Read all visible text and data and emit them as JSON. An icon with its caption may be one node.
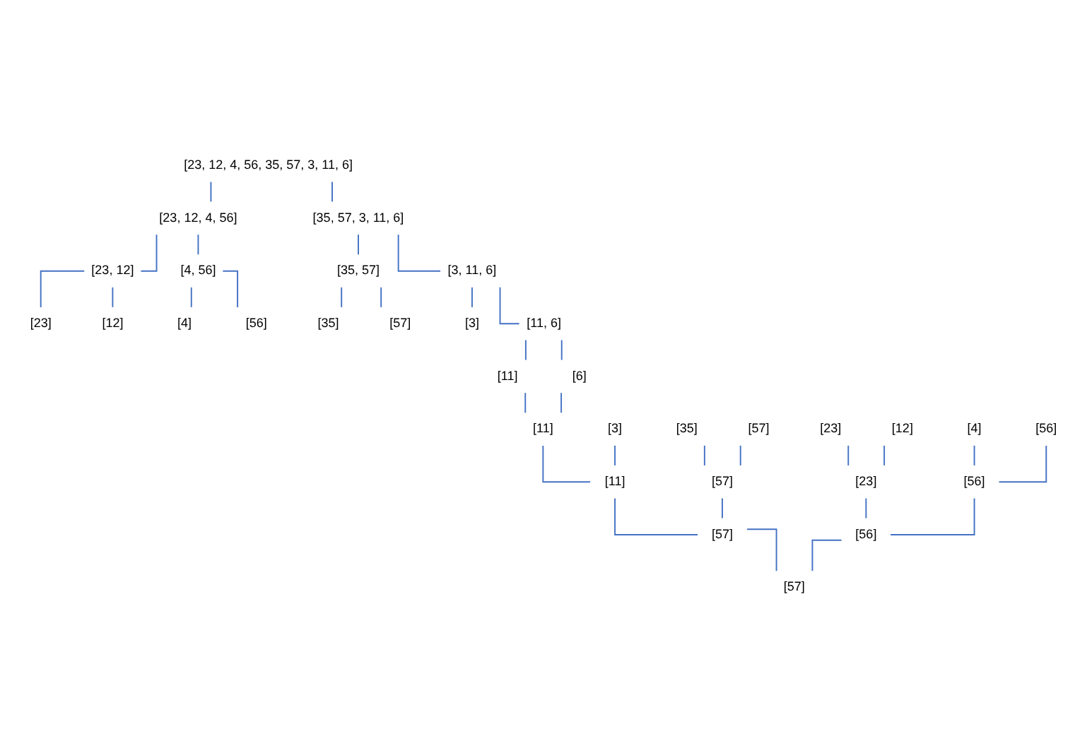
{
  "diagram": {
    "nodes": [
      {
        "text": [
          "[23, 12, 4, 56, 35, 57, 3, 11, 6]"
        ]
      },
      {
        "text": [
          "[23, 12, 4, 56]"
        ]
      },
      {
        "text": [
          "[35, 57, 3, 11, 6]"
        ]
      },
      {
        "text": [
          "[23, 12]"
        ]
      },
      {
        "text": [
          "[4, 56]"
        ]
      },
      {
        "text": [
          "[35, 57]"
        ]
      },
      {
        "text": [
          "[3, 11, 6]"
        ]
      },
      {
        "text": [
          "[23]"
        ]
      },
      {
        "text": [
          "[12]"
        ]
      },
      {
        "text": [
          "[4]"
        ]
      },
      {
        "text": [
          "[56]"
        ]
      },
      {
        "text": [
          "[35]"
        ]
      },
      {
        "text": [
          "[57]"
        ]
      },
      {
        "text": [
          "[3]"
        ]
      },
      {
        "text": [
          "[11, 6]"
        ]
      },
      {
        "text": [
          "[11]"
        ]
      },
      {
        "text": [
          "[6]"
        ]
      },
      {
        "text": [
          "[23]"
        ]
      },
      {
        "text": [
          "[12]"
        ]
      },
      {
        "text": [
          "[4]"
        ]
      },
      {
        "text": [
          "[56]"
        ]
      },
      {
        "text": [
          "[35]"
        ]
      },
      {
        "text": [
          "[57]"
        ]
      },
      {
        "text": [
          "[3]"
        ]
      },
      {
        "text": [
          "[11]"
        ]
      },
      {
        "text": [
          "[23]"
        ]
      },
      {
        "text": [
          "[56]"
        ]
      },
      {
        "text": [
          "[57]"
        ]
      },
      {
        "text": [
          "[11]"
        ]
      },
      {
        "text": [
          "[56]"
        ]
      },
      {
        "text": [
          "[57]"
        ]
      },
      {
        "text": [
          "[57]"
        ]
      }
    ],
    "edges": [
      {
        "from": 0,
        "to": 1,
        "arrow": "none"
      },
      {
        "from": 0,
        "to": 2,
        "arrow": "none"
      },
      {
        "from": 1,
        "to": 3,
        "arrow": "none"
      },
      {
        "from": 1,
        "to": 4,
        "arrow": "none"
      },
      {
        "from": 2,
        "to": 5,
        "arrow": "none"
      },
      {
        "from": 2,
        "to": 6,
        "arrow": "none"
      },
      {
        "from": 3,
        "to": 7,
        "arrow": "none"
      },
      {
        "from": 3,
        "to": 8,
        "arrow": "none"
      },
      {
        "from": 4,
        "to": 9,
        "arrow": "none"
      },
      {
        "from": 4,
        "to": 10,
        "arrow": "none"
      },
      {
        "from": 5,
        "to": 11,
        "arrow": "none"
      },
      {
        "from": 5,
        "to": 12,
        "arrow": "none"
      },
      {
        "from": 6,
        "to": 13,
        "arrow": "none"
      },
      {
        "from": 6,
        "to": 14,
        "arrow": "none"
      },
      {
        "from": 14,
        "to": 15,
        "arrow": "none"
      },
      {
        "from": 14,
        "to": 16,
        "arrow": "none"
      },
      {
        "from": 15,
        "to": 24,
        "arrow": "none"
      },
      {
        "from": 16,
        "to": 24,
        "arrow": "none"
      },
      {
        "from": 17,
        "to": 25,
        "arrow": "none"
      },
      {
        "from": 18,
        "to": 25,
        "arrow": "none"
      },
      {
        "from": 19,
        "to": 26,
        "arrow": "none"
      },
      {
        "from": 20,
        "to": 26,
        "arrow": "none"
      },
      {
        "from": 21,
        "to": 27,
        "arrow": "none"
      },
      {
        "from": 22,
        "to": 27,
        "arrow": "none"
      },
      {
        "from": 23,
        "to": 28,
        "arrow": "none"
      },
      {
        "from": 24,
        "to": 28,
        "arrow": "none"
      },
      {
        "from": 25,
        "to": 29,
        "arrow": "none"
      },
      {
        "from": 26,
        "to": 29,
        "arrow": "none"
      },
      {
        "from": 27,
        "to": 30,
        "arrow": "none"
      },
      {
        "from": 28,
        "to": 30,
        "arrow": "none"
      },
      {
        "from": 29,
        "to": 31,
        "arrow": "none"
      },
      {
        "from": 30,
        "to": 31,
        "arrow": "none"
      }
    ]
  }
}
